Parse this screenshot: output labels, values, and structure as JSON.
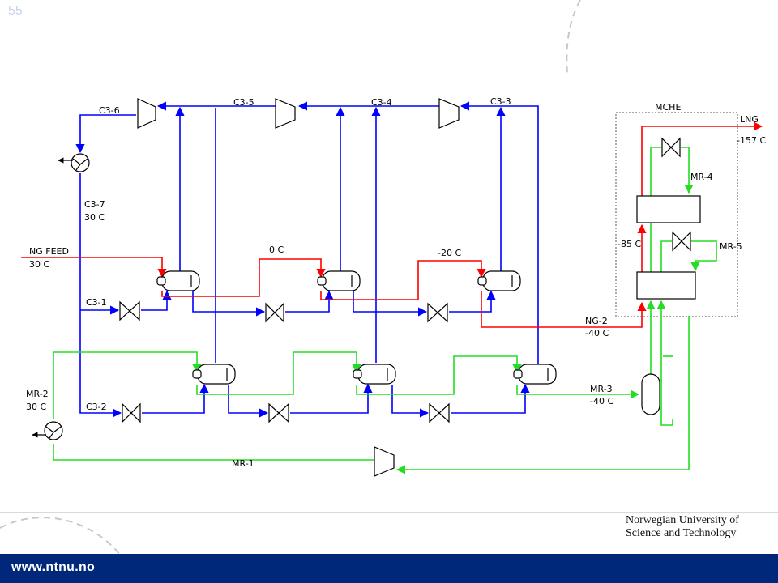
{
  "slide": {
    "page_number": "55",
    "university_line1": "Norwegian University of",
    "university_line2": "Science and Technology",
    "url": "www.ntnu.no"
  },
  "colors": {
    "propane_stream": "#0000ff",
    "mixed_refrigerant_stream": "#22dd22",
    "natural_gas_stream": "#ff0000",
    "footer_bar": "#00287a",
    "decor_dashes": "#c8c8c8"
  },
  "labels": {
    "c3_6": "C3-6",
    "c3_5": "C3-5",
    "c3_4": "C3-4",
    "c3_3": "C3-3",
    "c3_7": "C3-7",
    "c3_7_temp": "30 C",
    "ng_feed": "NG FEED",
    "ng_feed_temp": "30 C",
    "temp_0c": "0 C",
    "temp_m20c": "-20 C",
    "c3_1": "C3-1",
    "c3_2": "C3-2",
    "mr_2": "MR-2",
    "mr_2_temp": "30 C",
    "mr_1": "MR-1",
    "mr_3": "MR-3",
    "mr_3_temp": "-40 C",
    "ng_2": "NG-2",
    "ng_2_temp": "-40 C",
    "mche": "MCHE",
    "lng": "LNG",
    "lng_temp": "-157 C",
    "mr_4": "MR-4",
    "mr_5": "MR-5",
    "temp_m85c": "-85 C"
  }
}
